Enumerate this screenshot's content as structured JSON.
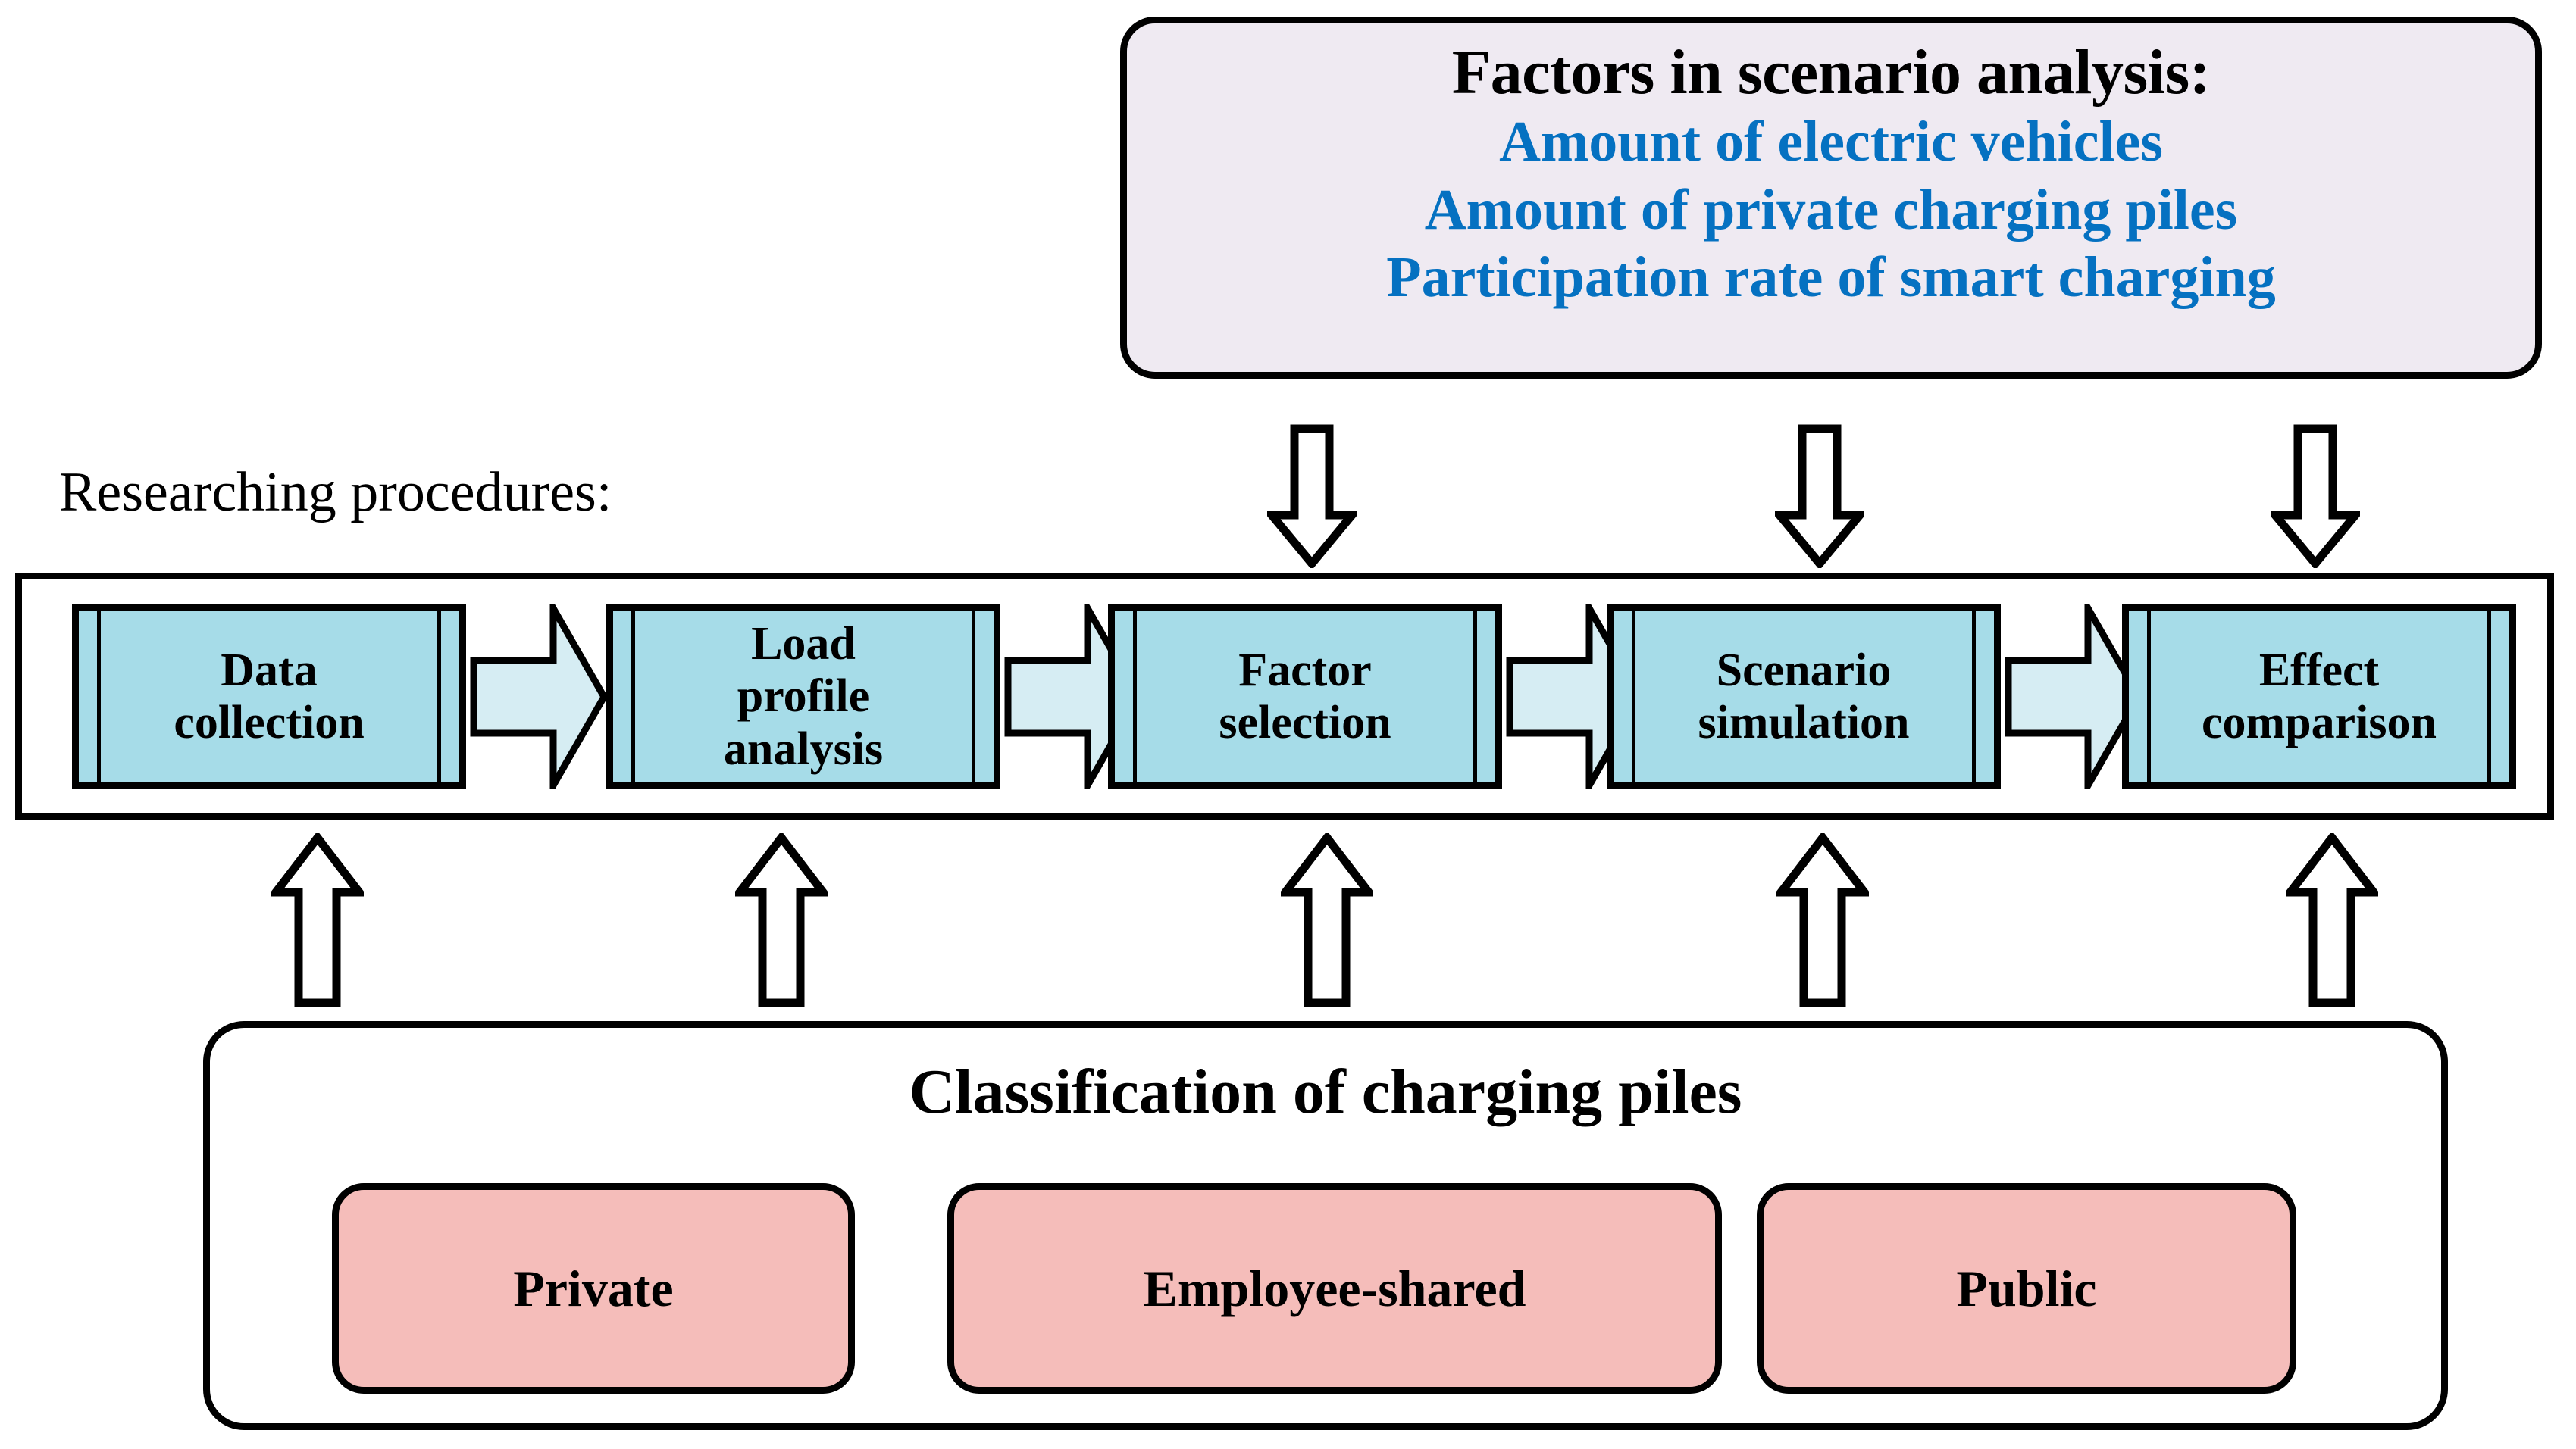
{
  "factors": {
    "title": "Factors in scenario analysis:",
    "accent_color": "#0571c1",
    "background": "#efeaf2",
    "items": [
      "Amount of electric vehicles",
      "Amount of private charging piles",
      "Participation rate of smart charging"
    ]
  },
  "procedures": {
    "label": "Researching procedures:",
    "box_color": "#a6dce8",
    "arrow_color": "#d6edf3",
    "steps": [
      {
        "label": "Data\ncollection"
      },
      {
        "label": "Load\nprofile\nanalysis"
      },
      {
        "label": "Factor\nselection"
      },
      {
        "label": "Scenario\nsimulation"
      },
      {
        "label": "Effect\ncomparison"
      }
    ]
  },
  "classification": {
    "title": "Classification of charging piles",
    "pile_color": "#f5bdba",
    "items": [
      {
        "label": "Private"
      },
      {
        "label": "Employee-shared"
      },
      {
        "label": "Public"
      }
    ]
  },
  "connectors": {
    "down_arrow_icon": "arrow-down-icon",
    "up_arrow_icon": "arrow-up-icon",
    "chevron_icon": "chevron-right-icon",
    "down_arrow_count": 3,
    "up_arrow_count": 5,
    "chevron_count": 4
  }
}
